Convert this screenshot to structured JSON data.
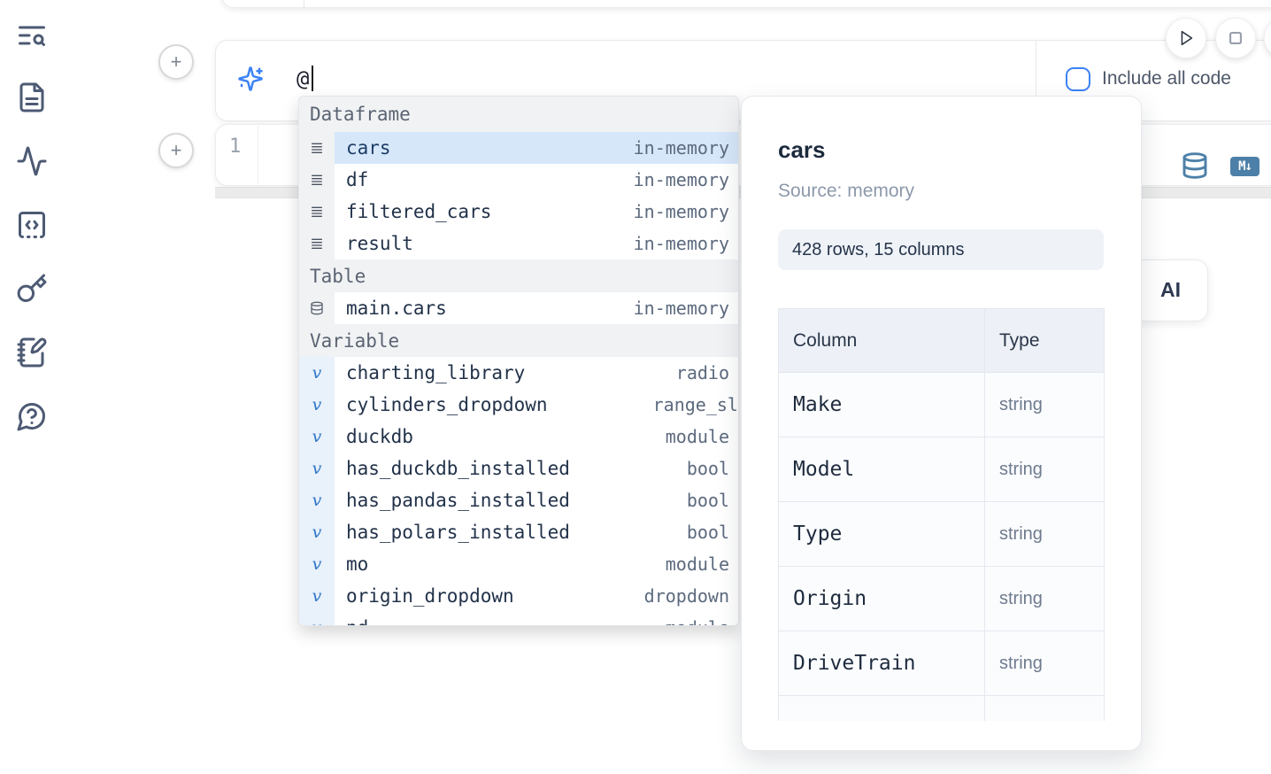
{
  "sidebar": {
    "icons": [
      "table-of-contents-search",
      "document",
      "activity",
      "snippets-code",
      "secrets-key",
      "scratchpad-notebook",
      "help-chat"
    ]
  },
  "prompt": {
    "value": "@",
    "include_all_code_label": "Include all code",
    "include_all_code_checked": false
  },
  "cell": {
    "line_number": "1"
  },
  "markdown_badge": "M↓",
  "ai_button": {
    "label": "AI"
  },
  "autocomplete": {
    "sections": [
      {
        "label": "Dataframe",
        "items": [
          {
            "name": "cars",
            "type": "in-memory",
            "icon": "dataframe",
            "selected": true
          },
          {
            "name": "df",
            "type": "in-memory",
            "icon": "dataframe"
          },
          {
            "name": "filtered_cars",
            "type": "in-memory",
            "icon": "dataframe"
          },
          {
            "name": "result",
            "type": "in-memory",
            "icon": "dataframe"
          }
        ]
      },
      {
        "label": "Table",
        "items": [
          {
            "name": "main.cars",
            "type": "in-memory",
            "icon": "table"
          }
        ]
      },
      {
        "label": "Variable",
        "items": [
          {
            "name": "charting_library",
            "type": "radio",
            "icon": "variable"
          },
          {
            "name": "cylinders_dropdown",
            "type": "range_sli",
            "icon": "variable",
            "clipped": true
          },
          {
            "name": "duckdb",
            "type": "module",
            "icon": "variable"
          },
          {
            "name": "has_duckdb_installed",
            "type": "bool",
            "icon": "variable"
          },
          {
            "name": "has_pandas_installed",
            "type": "bool",
            "icon": "variable"
          },
          {
            "name": "has_polars_installed",
            "type": "bool",
            "icon": "variable"
          },
          {
            "name": "mo",
            "type": "module",
            "icon": "variable"
          },
          {
            "name": "origin_dropdown",
            "type": "dropdown",
            "icon": "variable"
          },
          {
            "name": "pd",
            "type": "module",
            "icon": "variable"
          }
        ]
      }
    ]
  },
  "preview": {
    "title": "cars",
    "source": "Source: memory",
    "shape": "428 rows, 15 columns",
    "table": {
      "headers": [
        "Column",
        "Type"
      ],
      "rows": [
        [
          "Make",
          "string"
        ],
        [
          "Model",
          "string"
        ],
        [
          "Type",
          "string"
        ],
        [
          "Origin",
          "string"
        ],
        [
          "DriveTrain",
          "string"
        ]
      ]
    }
  },
  "colors": {
    "accent_blue": "#3b82f6",
    "selection_blue": "#d7e7fa",
    "steel_icon_blue": "#4d80a8",
    "variable_gutter_blue": "#e9f1fb"
  }
}
